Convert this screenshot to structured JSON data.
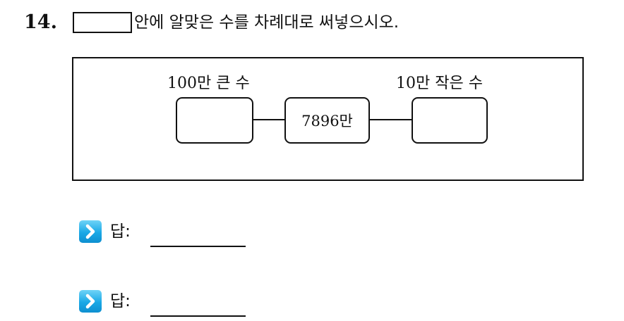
{
  "question": {
    "number": "14.",
    "text": "안에 알맞은 수를 차례대로 써넣으시오."
  },
  "diagram": {
    "left_label": "100만 큰 수",
    "right_label": "10만 작은 수",
    "center_value": "7896만",
    "left_value": "",
    "right_value": ""
  },
  "answers": [
    {
      "label": "답:"
    },
    {
      "label": "답:"
    }
  ],
  "colors": {
    "icon_accent": "#1aa8e6"
  }
}
